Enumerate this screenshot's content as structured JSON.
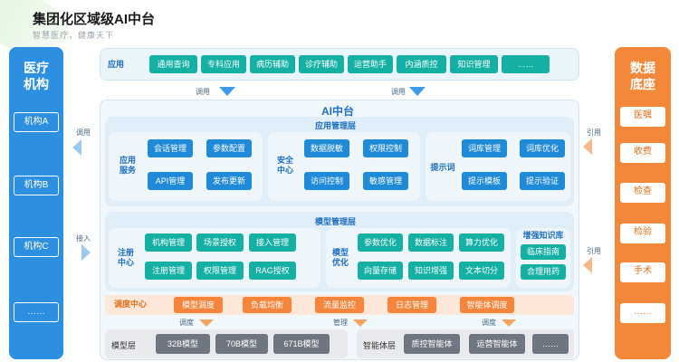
{
  "header": {
    "title": "集团化区域级AI中台",
    "subtitle": "智慧医疗，健康天下"
  },
  "left": {
    "title_1": "医疗",
    "title_2": "机构",
    "items": [
      "机构A",
      "机构B",
      "机构C",
      "……"
    ]
  },
  "right": {
    "title_1": "数据",
    "title_2": "底座",
    "items": [
      "医嘱",
      "收费",
      "检查",
      "检验",
      "手术",
      "……"
    ]
  },
  "app": {
    "label": "应用",
    "items": [
      "通用查询",
      "专科应用",
      "病历辅助",
      "诊疗辅助",
      "运营助手",
      "内涵质控",
      "知识管理",
      "……"
    ]
  },
  "flows": {
    "call": "调用",
    "call2": "调用",
    "left_call": "调用",
    "left_in": "接入",
    "ref1": "引用",
    "ref2": "引用",
    "schedule1": "调度",
    "manage": "管理",
    "schedule2": "调度"
  },
  "ai": {
    "title": "AI中台"
  },
  "app_mgmt": {
    "title": "应用管理层",
    "service_label": "应用\n服务",
    "service_items": [
      "会话管理",
      "参数配置",
      "API管理",
      "发布更新"
    ],
    "security_label": "安全\n中心",
    "security_items": [
      "数据脱敏",
      "权限控制",
      "访问控制",
      "敏感管理"
    ],
    "prompt_label": "提示词",
    "prompt_items": [
      "词库管理",
      "词库优化",
      "提示模板",
      "提示验证"
    ]
  },
  "model_mgmt": {
    "title": "模型管理层",
    "reg_label": "注册\n中心",
    "reg_items": [
      "机构管理",
      "场景授权",
      "接入管理",
      "注册管理",
      "权限管理",
      "RAG授权"
    ],
    "opt_label": "模型\n优化",
    "opt_items": [
      "参数优化",
      "数据标注",
      "算力优化",
      "向量存储",
      "知识增强",
      "文本切分"
    ],
    "kb_title": "增强知识库",
    "kb_items": [
      "临床指南",
      "合理用药"
    ]
  },
  "schedule": {
    "label": "调度中心",
    "items": [
      "模型调度",
      "负载均衡",
      "流量监控",
      "日志管理",
      "智能体调度"
    ]
  },
  "model_layer": {
    "label": "模型层",
    "items": [
      "32B模型",
      "70B模型",
      "671B模型"
    ]
  },
  "agent_layer": {
    "label": "智能体层",
    "items": [
      "质控智能体",
      "运营智能体",
      "……"
    ]
  }
}
